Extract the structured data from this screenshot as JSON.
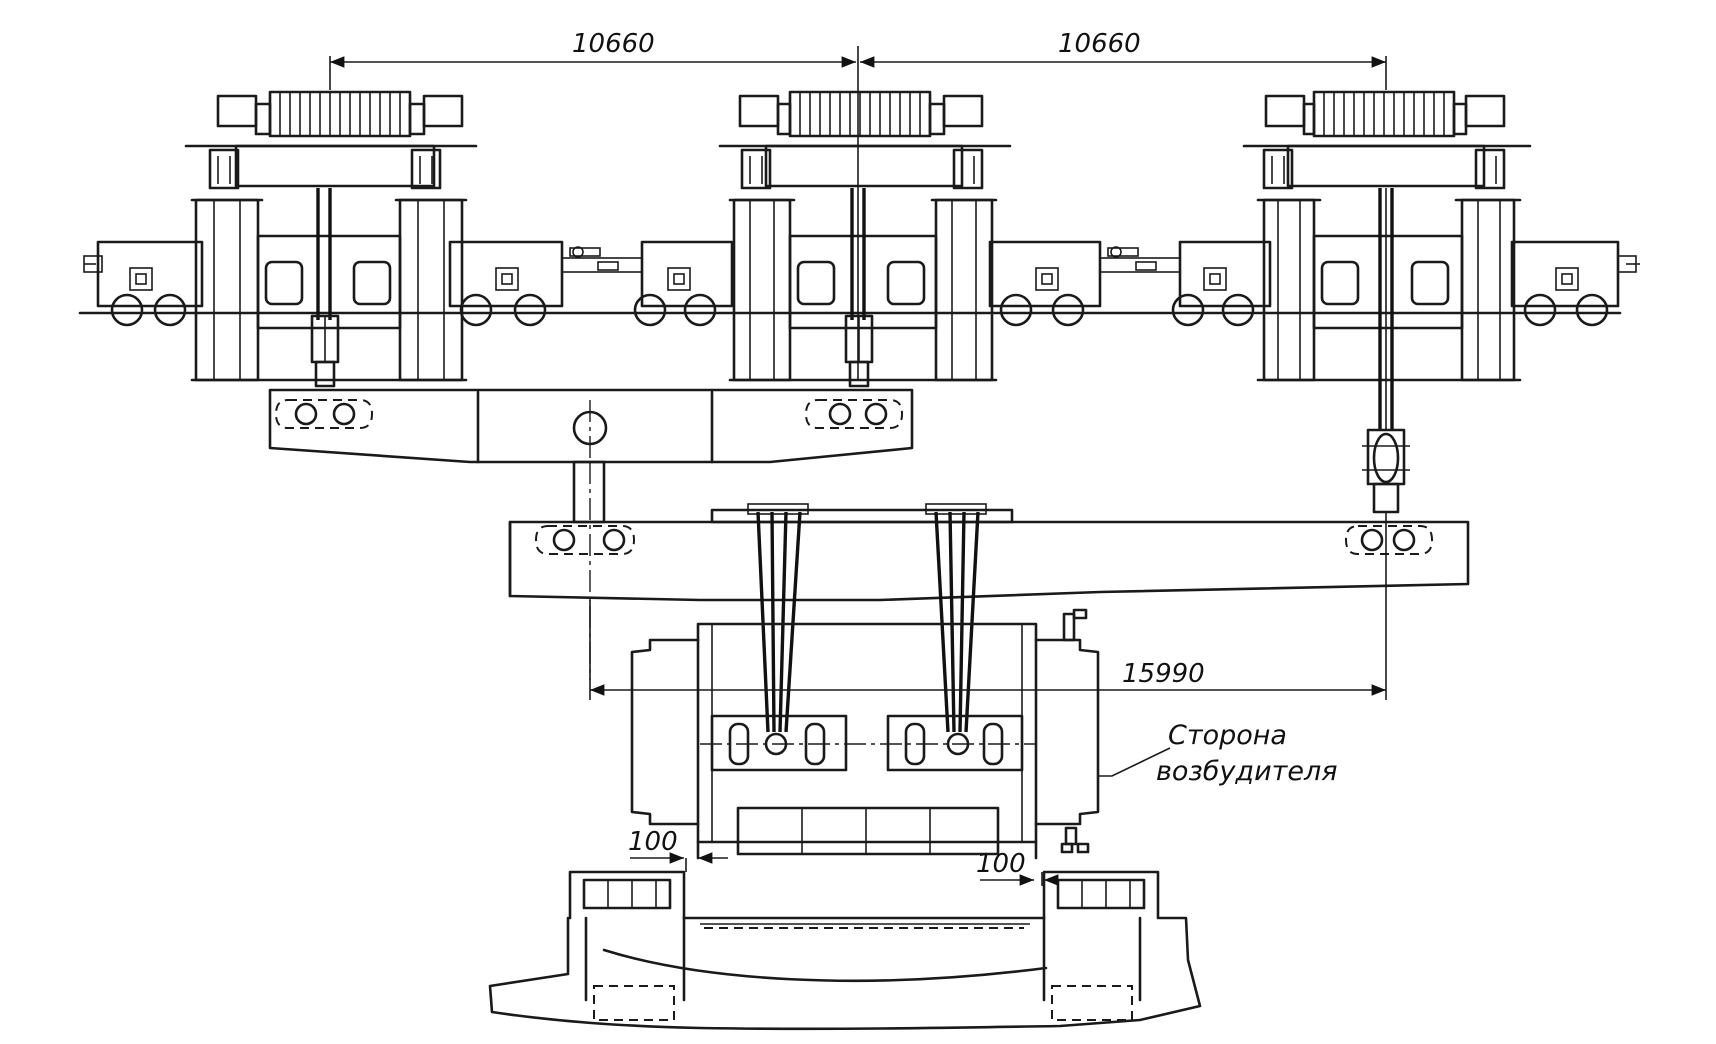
{
  "dimensions": {
    "spacing_left": "10660",
    "spacing_right": "10660",
    "hook_span": "15990",
    "gap_left": "100",
    "gap_right": "100"
  },
  "note": {
    "line1": "Сторона",
    "line2": "возбудителя"
  }
}
